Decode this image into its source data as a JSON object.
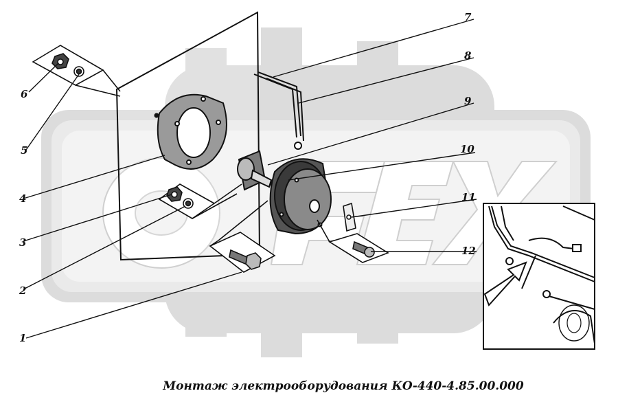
{
  "caption": "Монтаж электрооборудования КО-440-4.85.00.000",
  "callouts": {
    "c1": "1",
    "c2": "2",
    "c3": "3",
    "c4": "4",
    "c5": "5",
    "c6": "6",
    "c7": "7",
    "c8": "8",
    "c9": "9",
    "c10": "10",
    "c11": "11",
    "c12": "12"
  },
  "watermark": {
    "name": "gear-logo",
    "color": "#d9d9d9"
  },
  "colors": {
    "line": "#111111",
    "watermark": "#dcdcdc"
  }
}
